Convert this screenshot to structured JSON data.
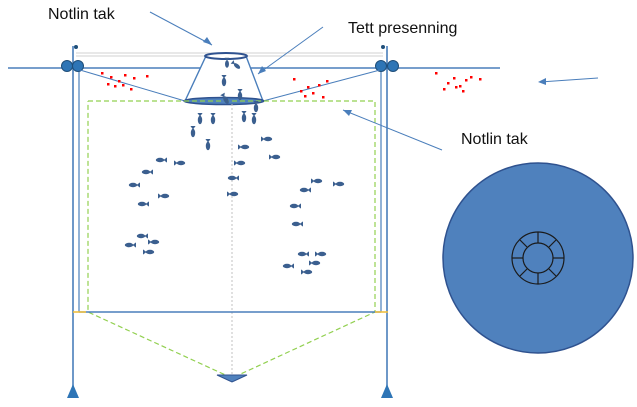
{
  "labels": {
    "top_left": "Notlin tak",
    "top_right": "Tett presenning",
    "right": "Notlin tak"
  },
  "colors": {
    "line": "#4a7ebb",
    "fill": "#4f81bd",
    "dark": "#2f528f",
    "fish": "#3b5f8f",
    "dash": "#92d050",
    "pellet": "#ff0000",
    "center_line": "#c0c0c0",
    "yellow": "#f0c040"
  },
  "icons": {
    "fish": "fish-icon",
    "buoy": "buoy-icon",
    "anchor": "anchor-weight-icon",
    "arrow": "current-arrow-icon"
  }
}
